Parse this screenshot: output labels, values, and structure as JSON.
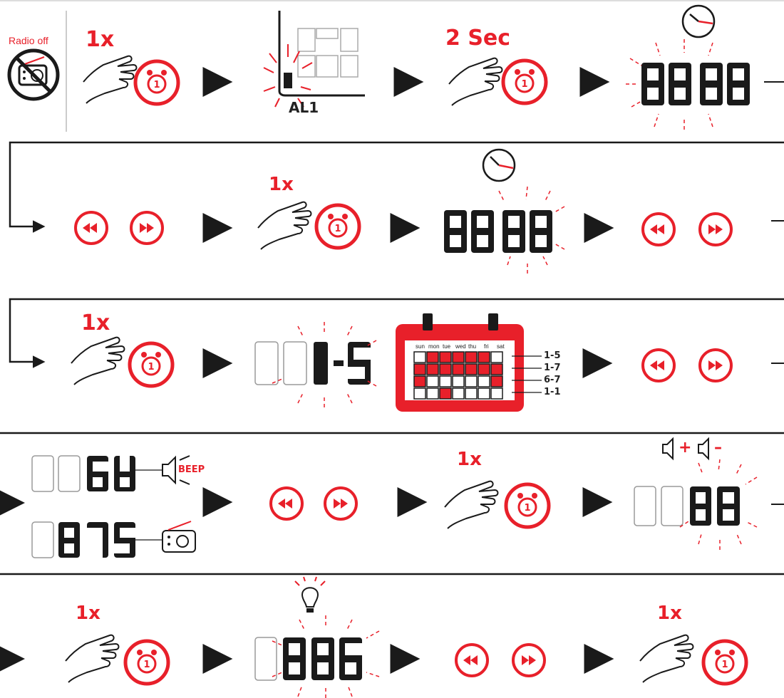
{
  "step1": {
    "radio_off": "Radio off",
    "press_1x": "1x",
    "display_label": "AL1",
    "press_2sec": "2 Sec"
  },
  "step2": {
    "press_1x": "1x"
  },
  "step3": {
    "press_1x": "1x",
    "weekdays": [
      "sun",
      "mon",
      "tue",
      "wed",
      "thu",
      "fri",
      "sat"
    ],
    "day_ranges": [
      "1-5",
      "1-7",
      "6-7",
      "1-1"
    ]
  },
  "step4": {
    "beep": "BEEP",
    "press_1x": "1x",
    "plus": "+",
    "minus": "–"
  },
  "step5": {
    "press_1x_a": "1x",
    "press_1x_b": "1x"
  },
  "colors": {
    "accent": "#e8202a",
    "ink": "#1a1a1a",
    "ghost": "#9a9a9a"
  }
}
